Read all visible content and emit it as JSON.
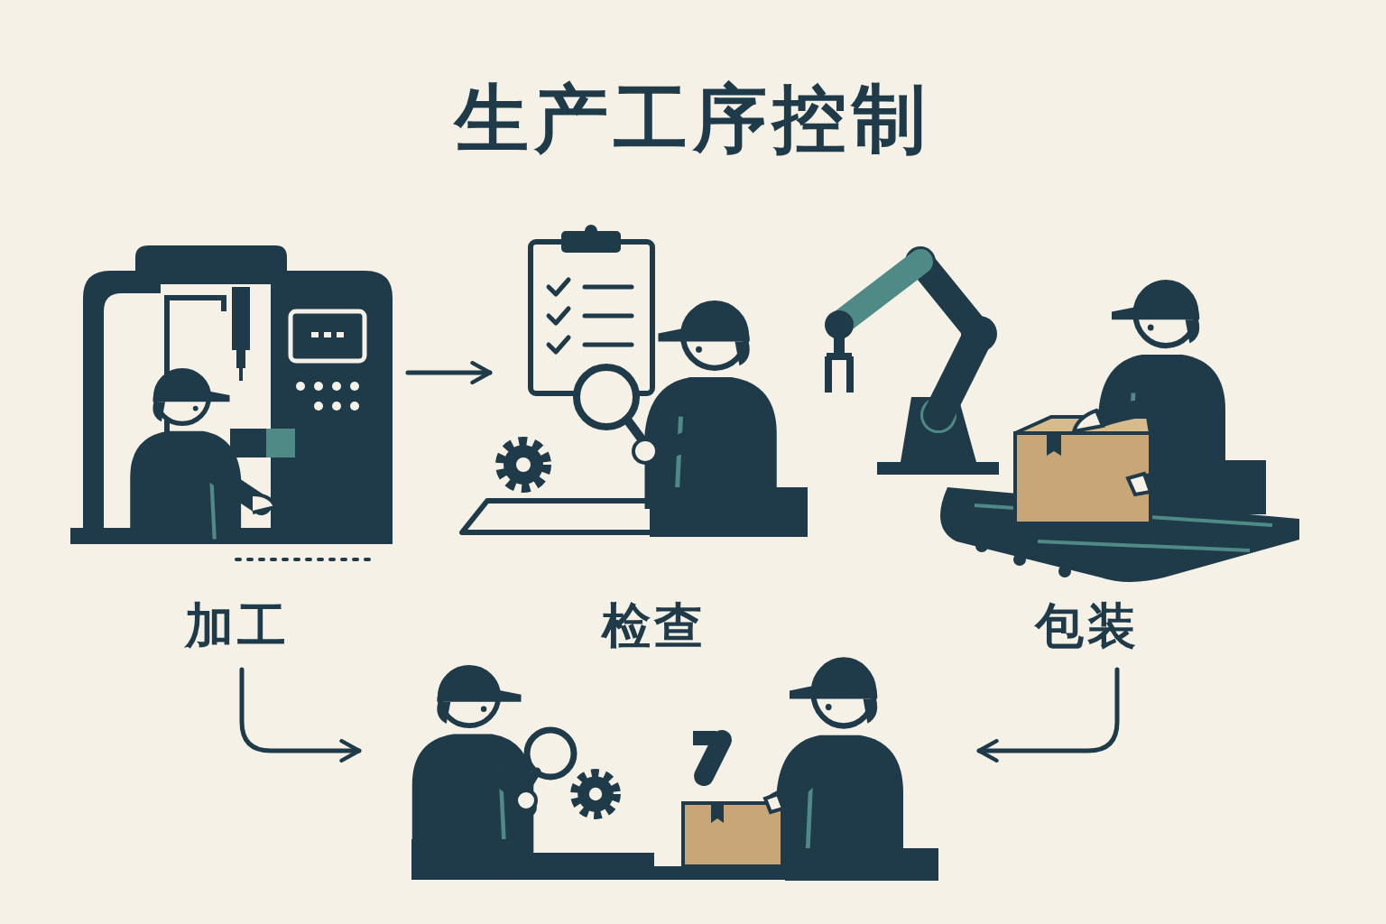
{
  "diagram": {
    "title": "生产工序控制",
    "nodes": [
      {
        "text": [
          "加工"
        ]
      },
      {
        "text": [
          "检查"
        ]
      },
      {
        "text": [
          "包装"
        ]
      }
    ],
    "edges": [
      {
        "from": 0,
        "to": 1,
        "arrow": "to"
      }
    ]
  }
}
